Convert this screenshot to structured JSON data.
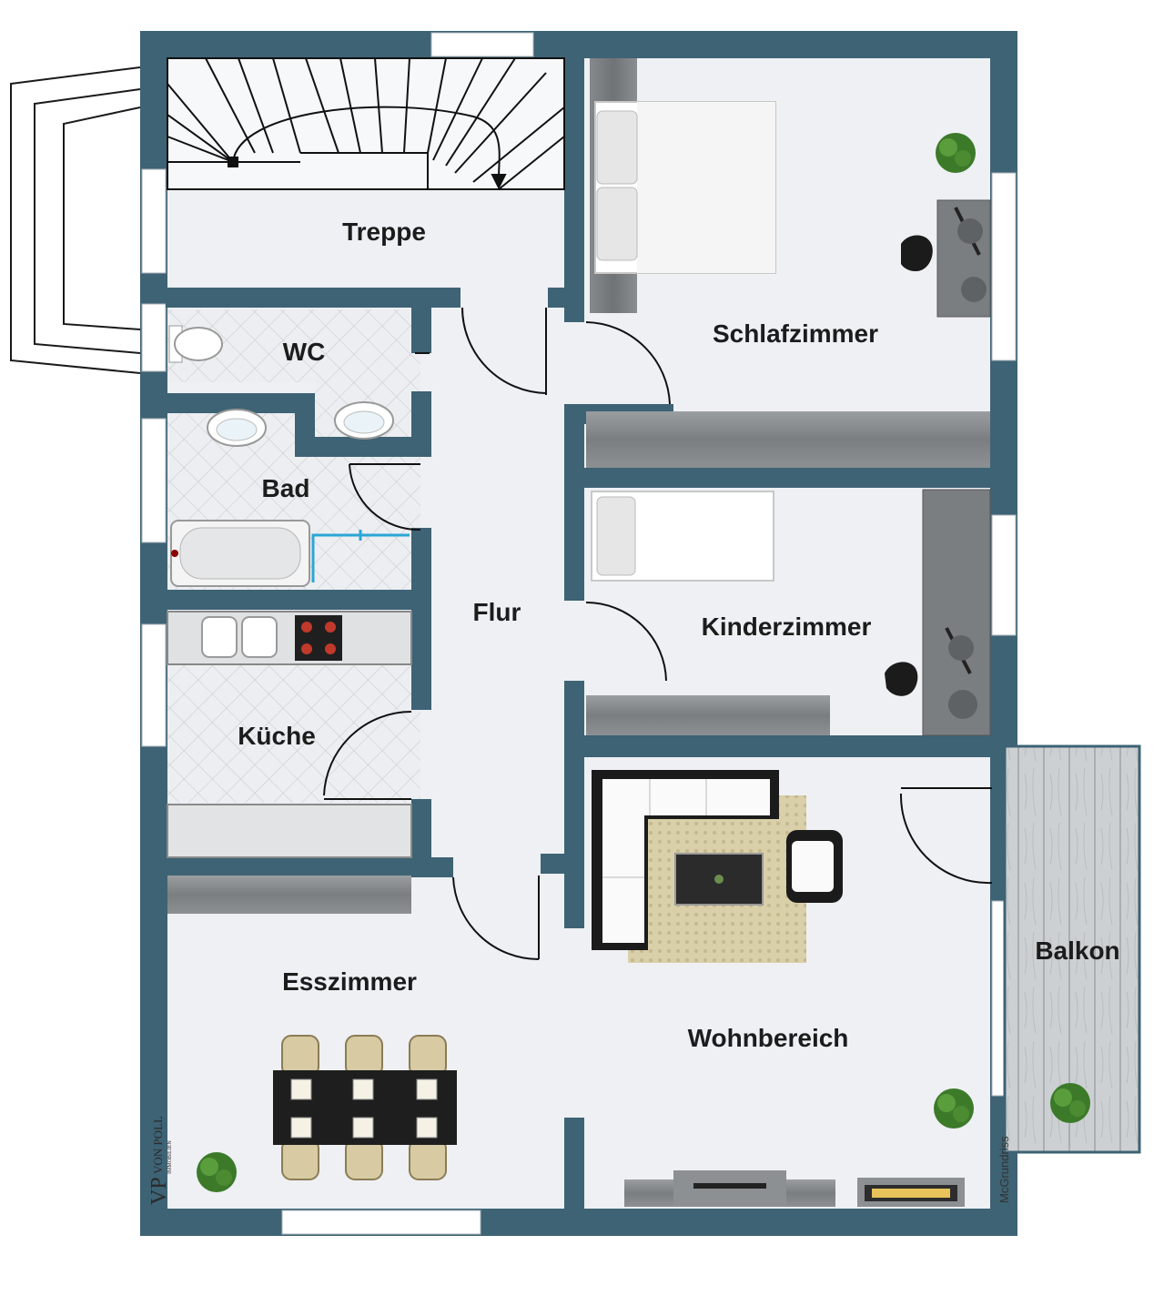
{
  "rooms": {
    "treppe": "Treppe",
    "schlafzimmer": "Schlafzimmer",
    "wc": "WC",
    "bad": "Bad",
    "flur": "Flur",
    "kinderzimmer": "Kinderzimmer",
    "kueche": "Küche",
    "esszimmer": "Esszimmer",
    "wohnbereich": "Wohnbereich",
    "balkon": "Balkon"
  },
  "brand": {
    "monogram": "VP",
    "name": "VON POLL",
    "sub": "IMMOBILIEN"
  },
  "credit": "McGrundriss",
  "colors": {
    "wall": "#3d6374",
    "floor": "#eef0f4",
    "tile": "#e9ebef",
    "furniture_grey": "#7b7f82",
    "balcony_wood": "#c9cbcc",
    "rug": "#d8cfae"
  }
}
